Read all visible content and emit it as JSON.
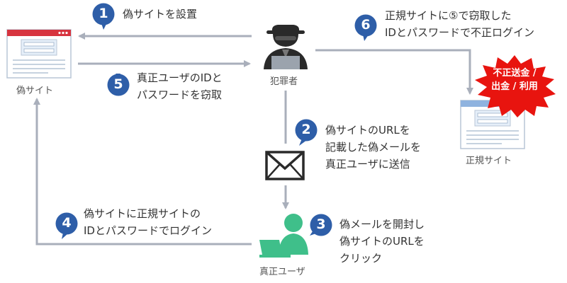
{
  "steps": [
    {
      "num": "1",
      "line1": "偽サイトを設置",
      "line2": ""
    },
    {
      "num": "2",
      "line1": "偽サイトのURLを",
      "line2": "記載した偽メールを",
      "line3": "真正ユーザに送信"
    },
    {
      "num": "3",
      "line1": "偽メールを開封し",
      "line2": "偽サイトのURLを",
      "line3": "クリック"
    },
    {
      "num": "4",
      "line1": "偽サイトに正規サイトの",
      "line2": "IDとパスワードでログイン"
    },
    {
      "num": "5",
      "line1": "真正ユーザのIDと",
      "line2": "パスワードを窃取"
    },
    {
      "num": "6",
      "line1": "正規サイトに⑤で窃取した",
      "line2": "IDとパスワードで不正ログイン"
    }
  ],
  "nodes": {
    "fake_site": "偽サイト",
    "criminal": "犯罪者",
    "real_site": "正規サイト",
    "user": "真正ユーザ"
  },
  "alert": {
    "line1": "不正送金 /",
    "line2": "出金 / 利用"
  },
  "colors": {
    "badge": "#2e5ea8",
    "arrow": "#a9afbb",
    "alert": "#e8140f",
    "user": "#3fbf8a",
    "browser_red": "#d7343f",
    "browser_blue": "#d7e6f5"
  }
}
